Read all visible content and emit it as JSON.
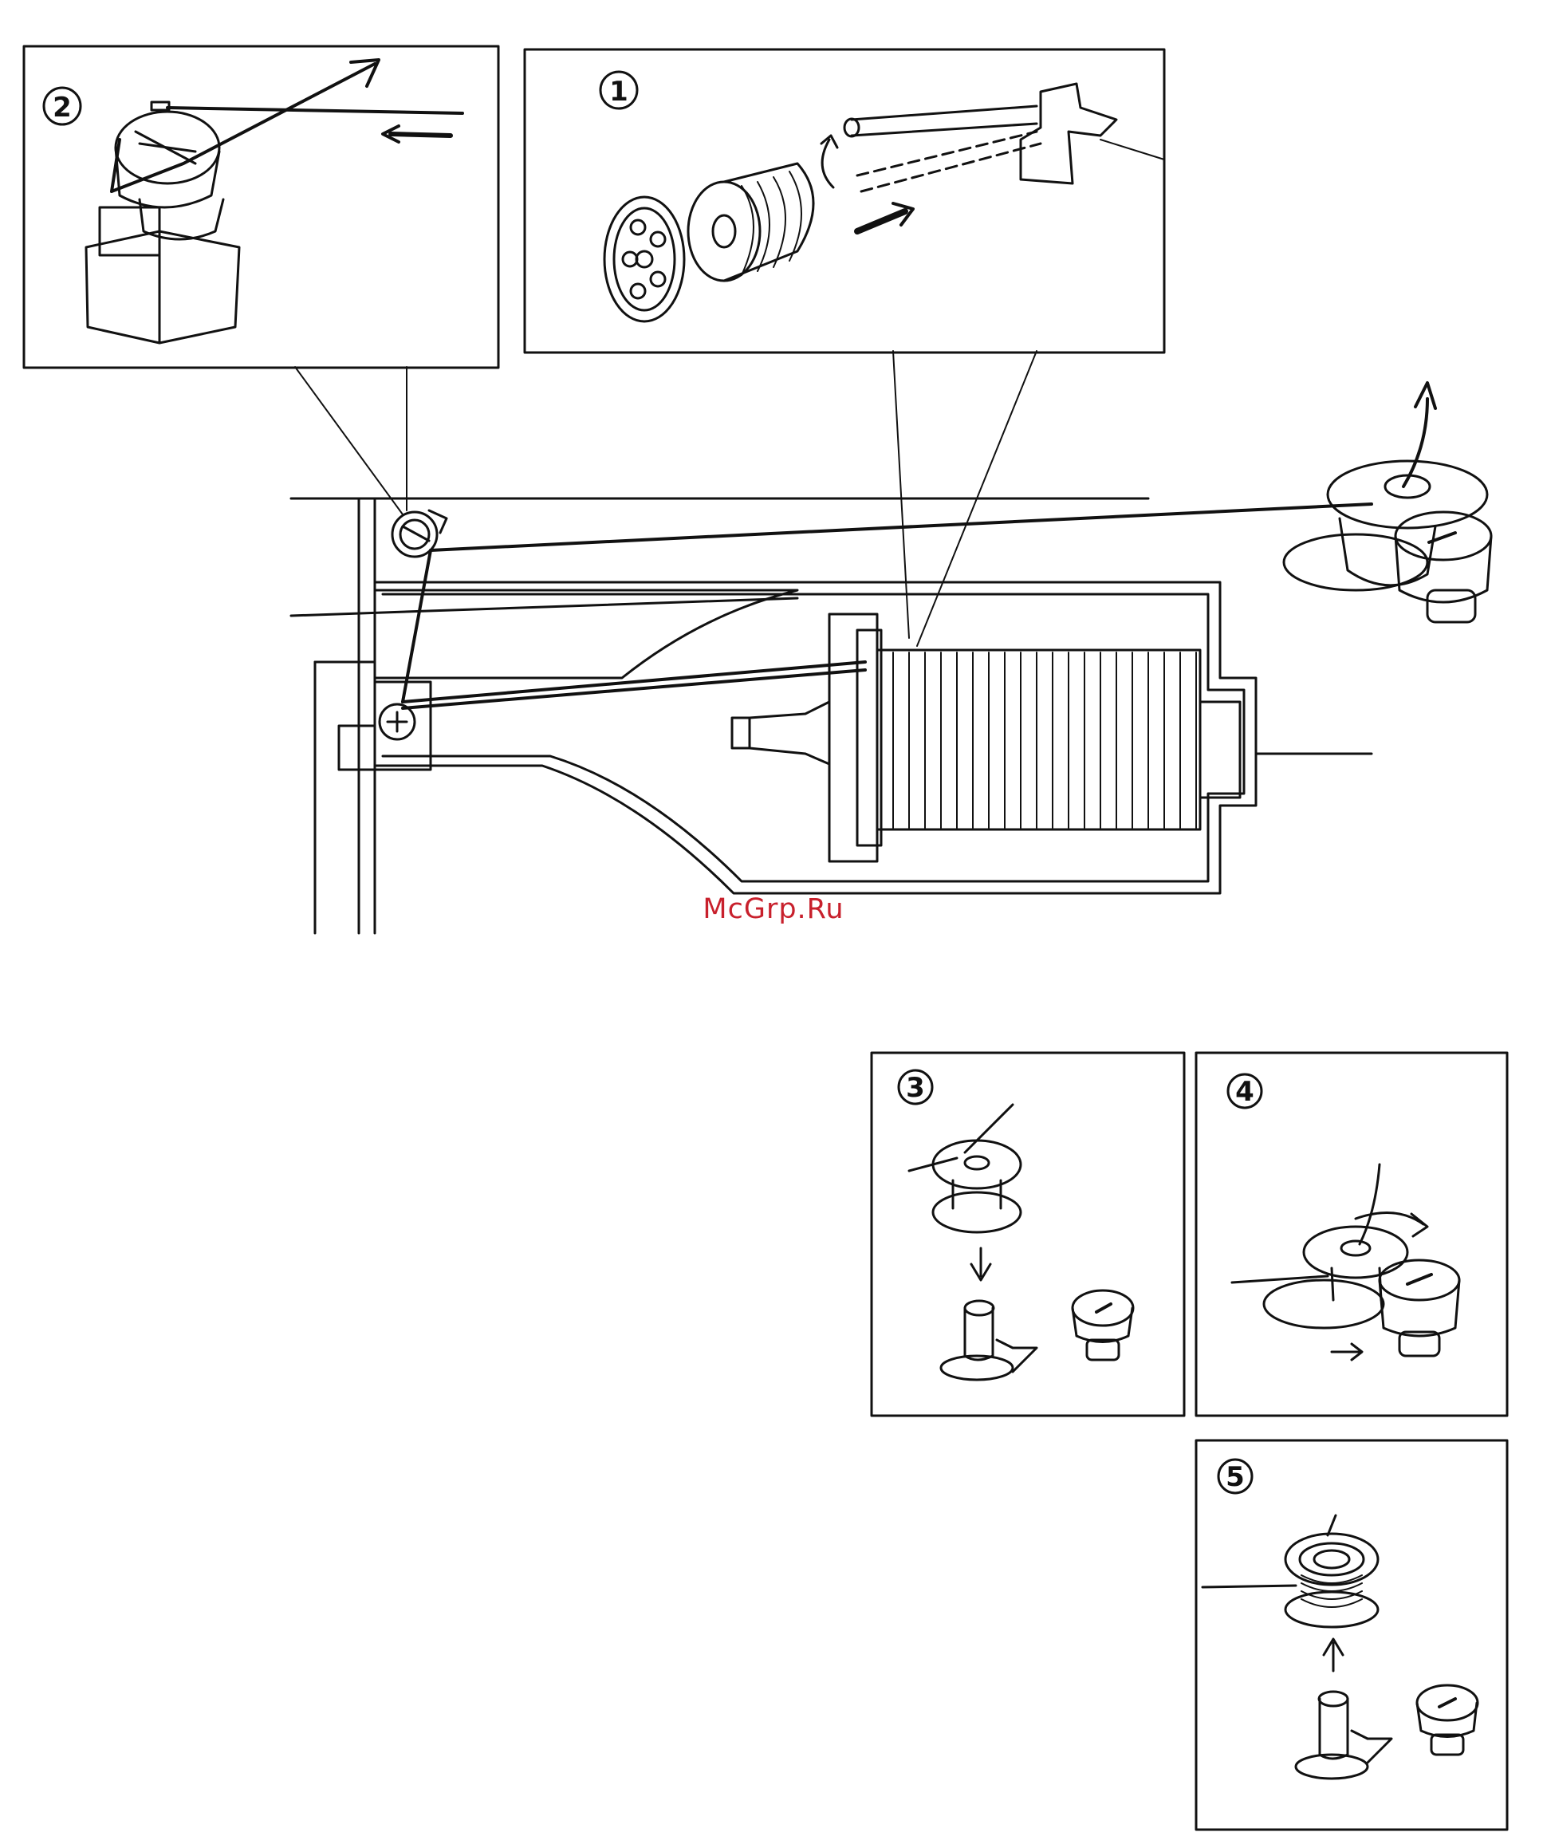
{
  "panels": [
    {
      "id": "1",
      "label": "1"
    },
    {
      "id": "2",
      "label": "2"
    },
    {
      "id": "3",
      "label": "3"
    },
    {
      "id": "4",
      "label": "4"
    },
    {
      "id": "5",
      "label": "5"
    }
  ],
  "watermark": "McGrp.Ru",
  "colors": {
    "ink": "#111111",
    "watermark": "#c8202c",
    "background": "#ffffff"
  }
}
